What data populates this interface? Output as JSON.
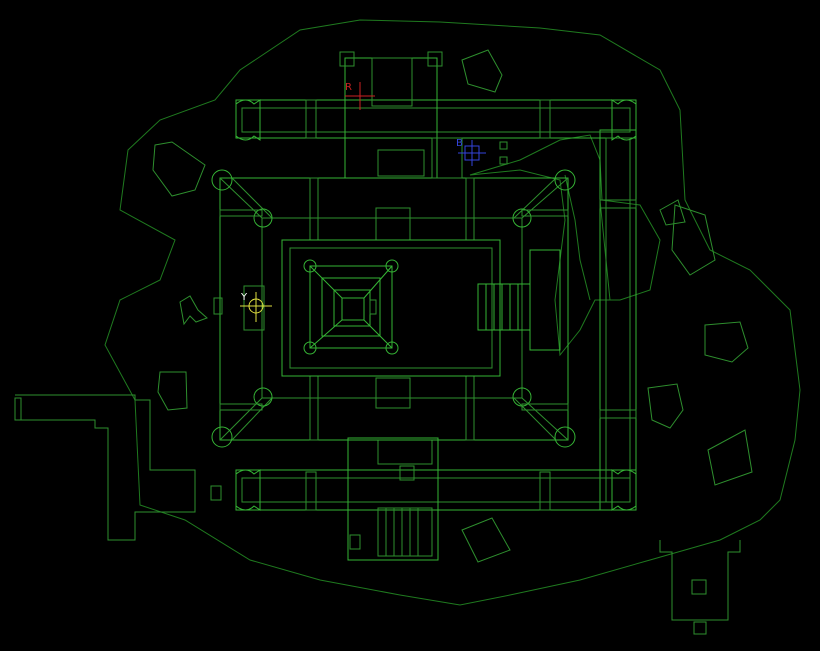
{
  "map": {
    "background": "#000000",
    "line_color": "#2e8f2e",
    "bright_line_color": "#35b335",
    "markers": [
      {
        "id": "r",
        "label": "R",
        "color": "#cc2222",
        "icon": "red-key-crosshair"
      },
      {
        "id": "b",
        "label": "B",
        "color": "#3344dd",
        "icon": "blue-key-crosshair"
      },
      {
        "id": "y",
        "label": "Y",
        "color": "#e0e040",
        "icon": "yellow-key-crosshair"
      }
    ]
  }
}
